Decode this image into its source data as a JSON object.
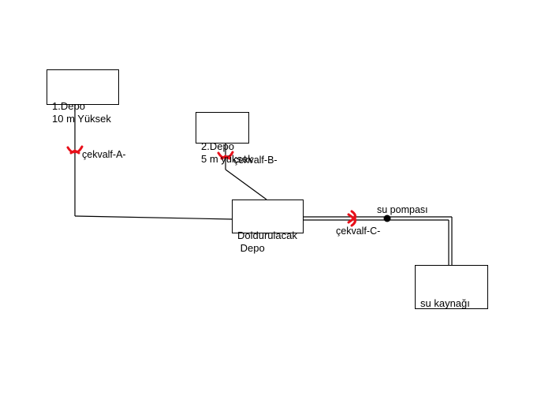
{
  "diagram": {
    "tanks": [
      {
        "id": "depo1",
        "line1": "1.Depo",
        "line2": "10 m Yüksek"
      },
      {
        "id": "depo2",
        "line1": "2.Depo",
        "line2": "5 m yüksek"
      },
      {
        "id": "fill",
        "line1": "Doldurulacak",
        "line2": " Depo"
      },
      {
        "id": "source",
        "line1": "su kaynağı"
      }
    ],
    "valves": [
      {
        "id": "A",
        "label": "çekvalf-A-"
      },
      {
        "id": "B",
        "label": "çekvalf-B-"
      },
      {
        "id": "C",
        "label": "çekvalf-C-"
      }
    ],
    "pump": {
      "label": "su pompası"
    },
    "colors": {
      "valve": "#e8101a",
      "line": "#000000",
      "background": "#ffffff"
    }
  }
}
